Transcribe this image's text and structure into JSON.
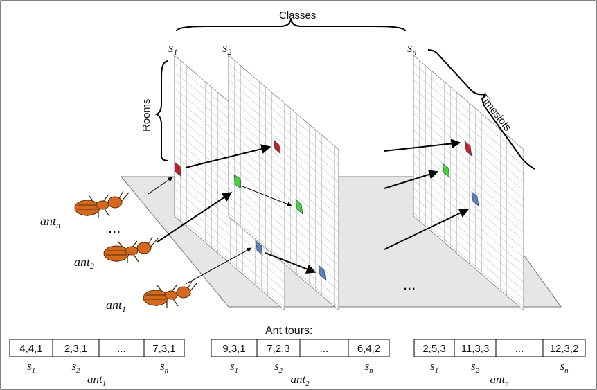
{
  "labels": {
    "classes": "Classes",
    "rooms": "Rooms",
    "timeslots": "Timeslots",
    "ant_tours": "Ant tours:",
    "ellipsis": "..."
  },
  "class_slices": [
    {
      "name": "s",
      "sub": "1"
    },
    {
      "name": "s",
      "sub": "2"
    },
    {
      "name": "s",
      "sub": "n"
    }
  ],
  "ants": [
    {
      "name": "ant",
      "sub": "n"
    },
    {
      "name": "ant",
      "sub": "2"
    },
    {
      "name": "ant",
      "sub": "1"
    }
  ],
  "tours": [
    {
      "ant": "ant",
      "ant_sub": "1",
      "cells": [
        "4,4,1",
        "2,3,1",
        "...",
        "7,3,1"
      ],
      "slots": [
        {
          "s": "s",
          "sub": "1"
        },
        {
          "s": "s",
          "sub": "2"
        },
        {
          "s": "",
          "sub": ""
        },
        {
          "s": "s",
          "sub": "n"
        }
      ]
    },
    {
      "ant": "ant",
      "ant_sub": "2",
      "cells": [
        "9,3,1",
        "7,2,3",
        "...",
        "6,4,2"
      ],
      "slots": [
        {
          "s": "s",
          "sub": "1"
        },
        {
          "s": "s",
          "sub": "2"
        },
        {
          "s": "",
          "sub": ""
        },
        {
          "s": "s",
          "sub": "n"
        }
      ]
    },
    {
      "ant": "ant",
      "ant_sub": "n",
      "cells": [
        "2,5,3",
        "11,3,3",
        "...",
        "12,3,2"
      ],
      "slots": [
        {
          "s": "s",
          "sub": "1"
        },
        {
          "s": "s",
          "sub": "2"
        },
        {
          "s": "",
          "sub": ""
        },
        {
          "s": "s",
          "sub": "n"
        }
      ]
    }
  ],
  "colors": {
    "red": "#c0222a",
    "green": "#3fd43a",
    "blue": "#5a82c8",
    "ant": "#d2691e",
    "plane": "#e6e6e6"
  }
}
